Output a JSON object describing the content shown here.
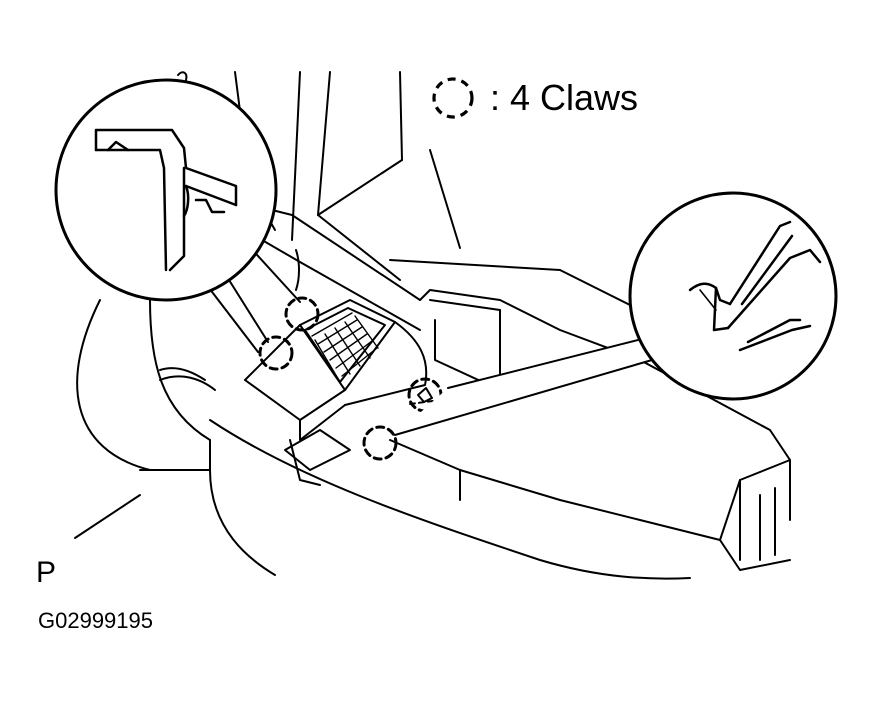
{
  "legend": {
    "symbol_icon": "dashed-circle-icon",
    "text": ": 4 Claws"
  },
  "view_letter": "P",
  "figure_code": "G02999195",
  "colors": {
    "line": "#000000",
    "background": "#ffffff"
  }
}
